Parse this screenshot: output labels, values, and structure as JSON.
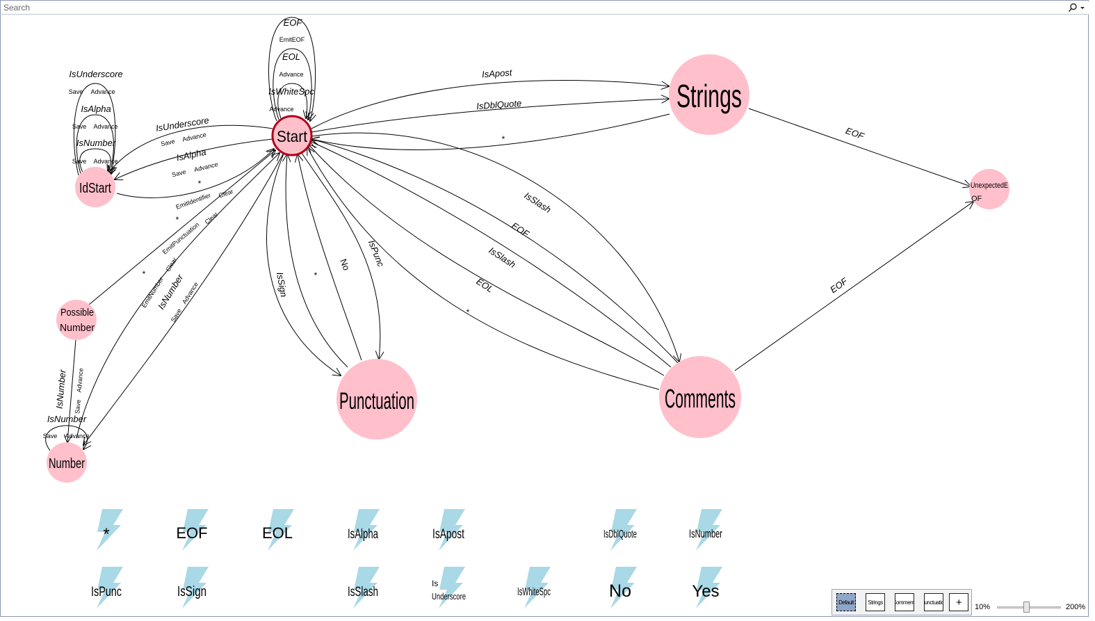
{
  "search": {
    "placeholder": "Search"
  },
  "icons": {
    "search": "search-icon",
    "dropdown": "chevron-down-icon",
    "event": "lightning-icon"
  },
  "colors": {
    "state_fill": "#ffc0cb",
    "start_border": "#b00018",
    "event_icon": "#a9d8e6",
    "edge": "#000000"
  },
  "states": {
    "start": "Start",
    "idstart": "IdStart",
    "possible_number_1": "Possible",
    "possible_number_2": "Number",
    "number": "Number",
    "punctuation": "Punctuation",
    "strings": "Strings",
    "comments": "Comments",
    "unexpected_eof_1": "UnexpectedE",
    "unexpected_eof_2": "OF"
  },
  "edges": {
    "start_self_eof": "EOF",
    "start_self_eof_action": "EmitEOF",
    "start_self_eol": "EOL",
    "start_self_eol_action": "Advance",
    "start_self_ws": "IsWhiteSpc",
    "start_self_ws_action": "Advance",
    "id_self_us": "IsUnderscore",
    "id_self_us_a1": "Save",
    "id_self_us_a2": "Advance",
    "id_self_alpha": "IsAlpha",
    "id_self_alpha_a1": "Save",
    "id_self_alpha_a2": "Advance",
    "id_self_num": "IsNumber",
    "id_self_num_a1": "Save",
    "id_self_num_a2": "Advance",
    "start_id_us": "IsUnderscore",
    "start_id_us_a1": "Save",
    "start_id_us_a2": "Advance",
    "start_id_alpha": "IsAlpha",
    "start_id_alpha_a1": "Save",
    "start_id_alpha_a2": "Advance",
    "id_start_star": "*",
    "id_start_a1": "EmitIdentifier",
    "id_start_a2": "Clear",
    "pn_start_star": "*",
    "pn_start_a1": "EmitPunctuation",
    "pn_start_a2": "Clear",
    "num_start_star": "*",
    "num_start_a1": "EmitNumber",
    "num_start_a2": "Clear",
    "start_num_isnum": "IsNumber",
    "start_num_a1": "Save",
    "start_num_a2": "Advance",
    "pn_num_isnum": "IsNumber",
    "pn_num_a1": "Save",
    "pn_num_a2": "Advance",
    "num_self_isnum": "IsNumber",
    "num_self_a1": "Save",
    "num_self_a2": "Advance",
    "start_punc_sign": "IsSign",
    "punc_start_star": "*",
    "punc_start_no": "No",
    "start_punc_punc": "IsPunc",
    "start_str_apost": "IsApost",
    "start_str_dbl": "IsDblQuote",
    "str_start_star": "*",
    "str_ueof": "EOF",
    "start_com_slash": "IsSlash",
    "com_start_eof": "EOF",
    "com_start_slash": "IsSlash",
    "com_start_eol": "EOL",
    "com_start_star": "*",
    "com_ueof": "EOF"
  },
  "events": {
    "row1": [
      "*",
      "EOF",
      "EOL",
      "IsAlpha",
      "IsApost",
      "IsDblQuote",
      "IsNumber"
    ],
    "row2_a": [
      "IsPunc",
      "IsSign",
      "IsSlash"
    ],
    "underscore_1": "Is",
    "underscore_2": "Underscore",
    "row2_b": [
      "IsWhiteSpc",
      "No",
      "Yes"
    ]
  },
  "toolbar": {
    "tab_default": "Default",
    "tab_strings": "Strings",
    "tab_comments": "Comments",
    "tab_punctuation": "Punctuation",
    "add": "+"
  },
  "zoom": {
    "min": "10%",
    "max": "200%",
    "value_fraction": 0.46
  }
}
